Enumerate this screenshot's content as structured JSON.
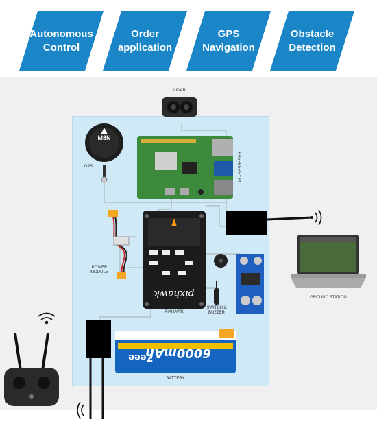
{
  "banner": {
    "tags": [
      {
        "label": "Autonomous\nControl"
      },
      {
        "label": "Order\napplication"
      },
      {
        "label": "GPS\nNavigation"
      },
      {
        "label": "Obstacle\nDetection"
      }
    ]
  },
  "labels": {
    "lidar": "LIDAR",
    "gps": "GPS",
    "raspberry_pi": "RASPBERRY PI",
    "power_module": "POWER\nMODULE",
    "pixhawk": "PIXHAWK",
    "switch_buzzer": "SWITCH &\nBUZZER",
    "battery": "BATTERY",
    "ground_station": "GROUND STATION"
  },
  "devices": {
    "gps_unit": "M8N",
    "pixhawk_brand": "pixhawk",
    "battery_brand": "Zeee",
    "battery_capacity": "6000mAh"
  },
  "colors": {
    "banner_blue": "#1a86c8",
    "board_blue": "#cfe9f7",
    "pcb_green": "#3d8a3c",
    "battery_blue": "#1565c0"
  }
}
